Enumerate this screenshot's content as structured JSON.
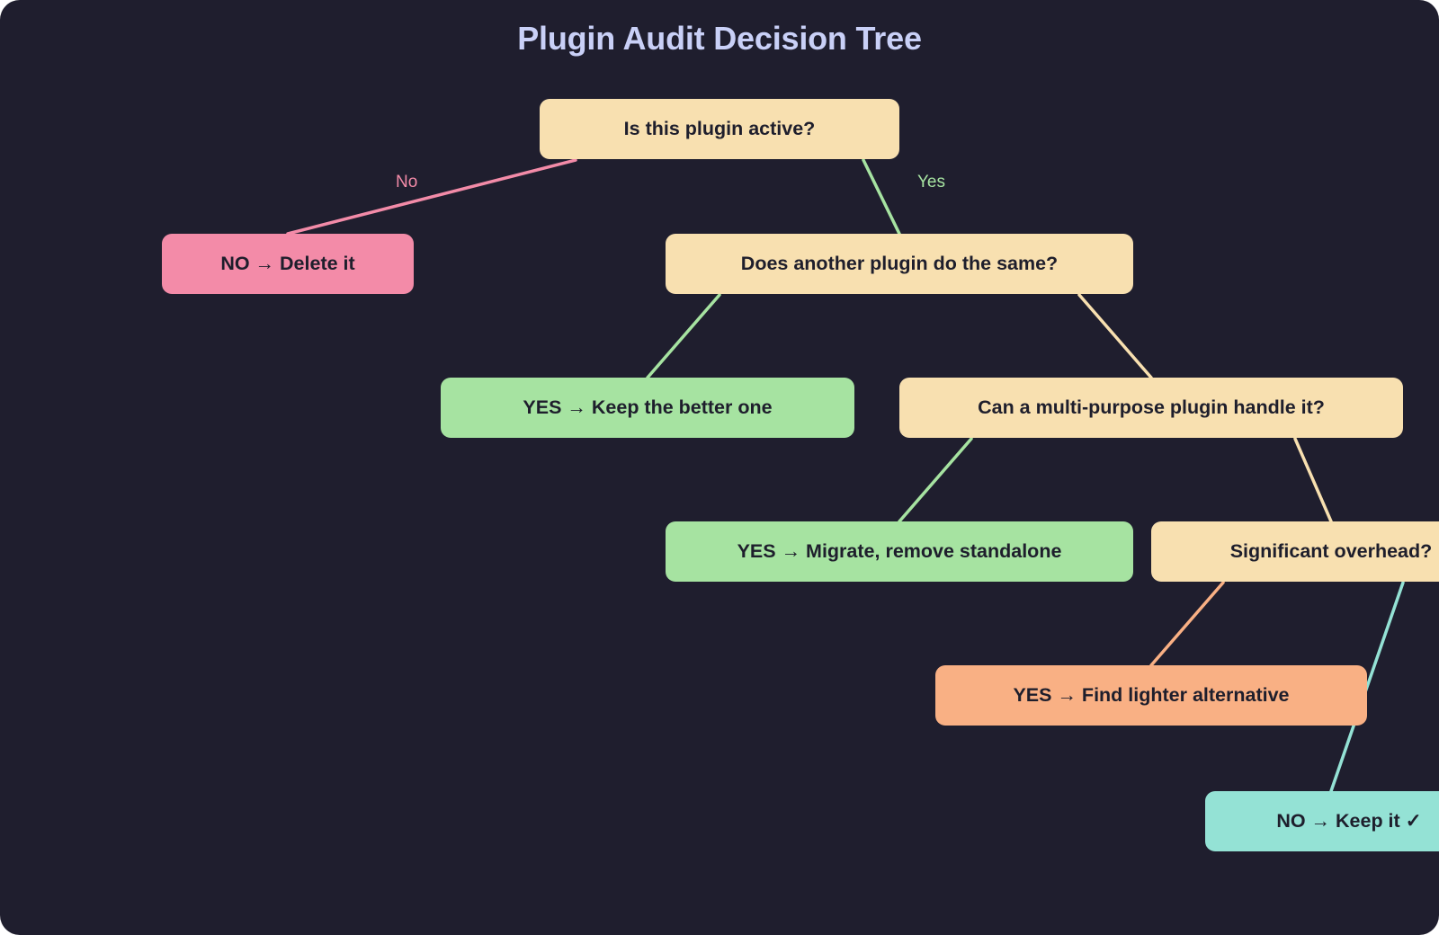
{
  "title": "Plugin Audit Decision Tree",
  "colors": {
    "background": "#1f1e2e",
    "question": "#f8e0b0",
    "delete": "#f38ba8",
    "yes": "#a6e3a1",
    "alternative": "#f9b084",
    "keep": "#94e2d5",
    "title": "#c9d0f7"
  },
  "nodes": {
    "q_active": "Is this plugin active?",
    "out_delete": "NO → Delete it",
    "q_duplicate": "Does another plugin do the same?",
    "out_keep_better": "YES → Keep the better one",
    "q_multi": "Can a multi-purpose plugin handle it?",
    "out_migrate": "YES → Migrate, remove standalone",
    "q_overhead": "Significant overhead?",
    "out_lighter": "YES → Find lighter alternative",
    "out_keep": "NO → Keep it ✓"
  },
  "edge_labels": {
    "no": "No",
    "yes": "Yes"
  }
}
